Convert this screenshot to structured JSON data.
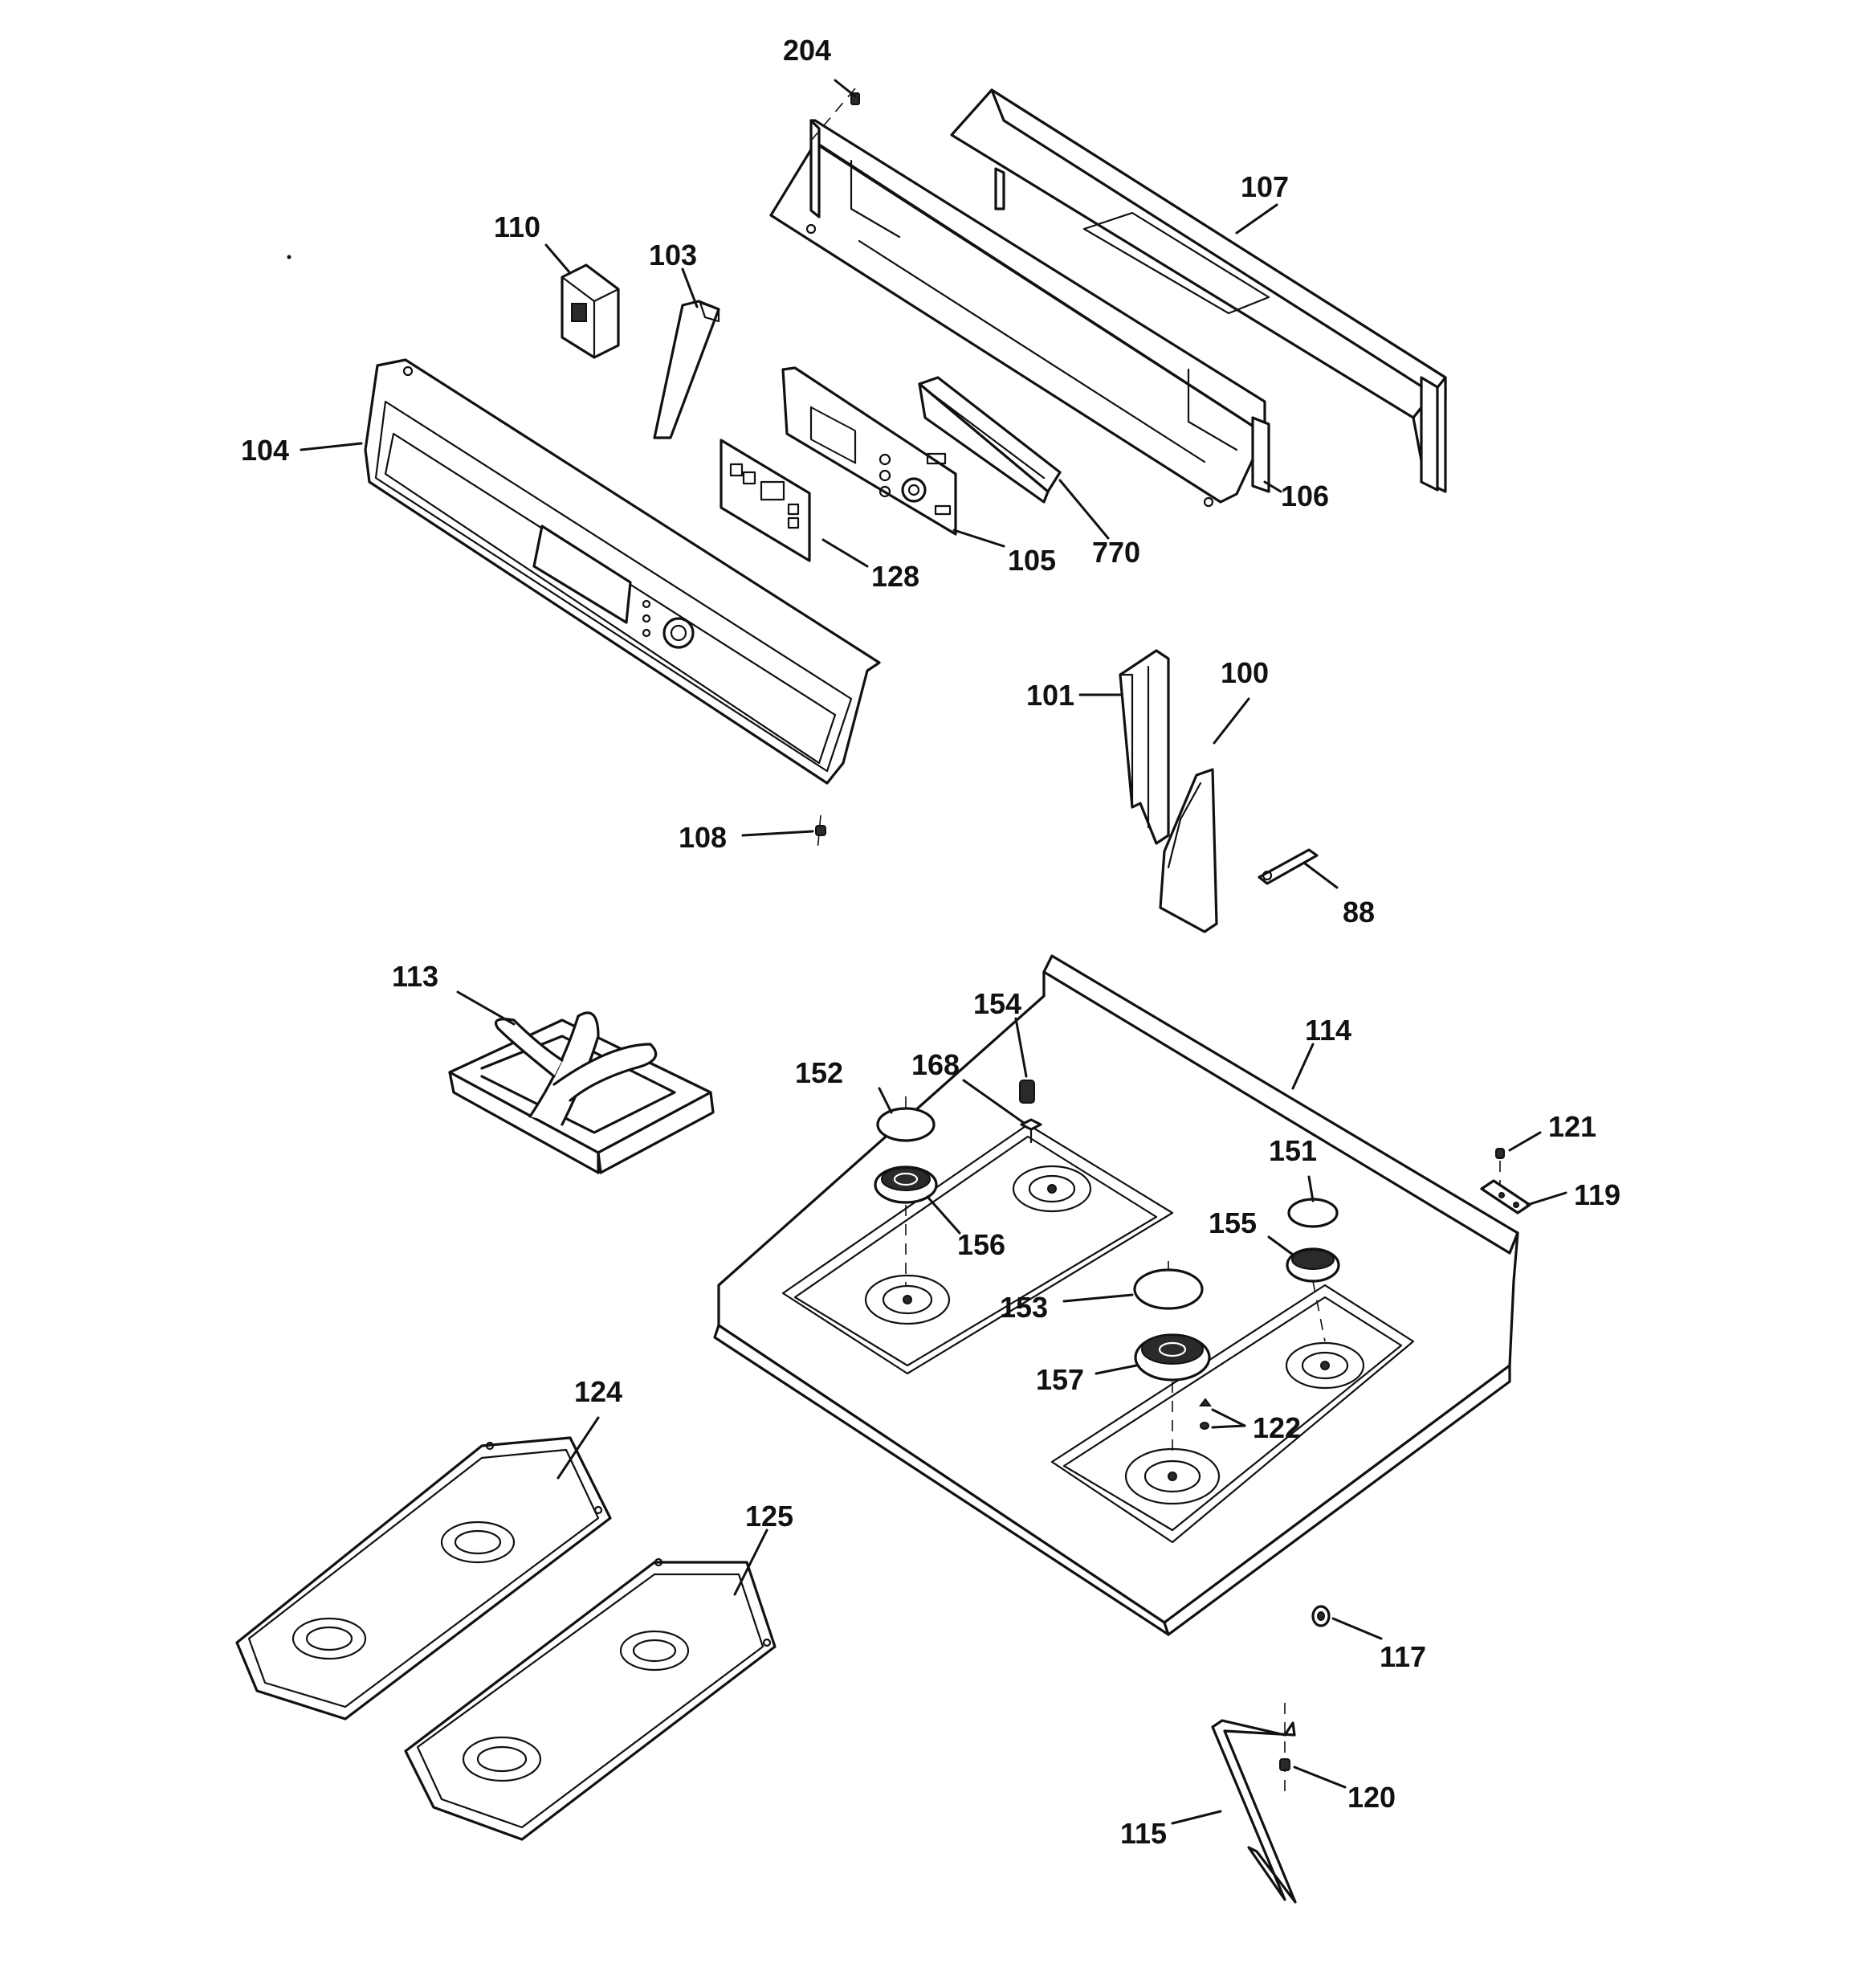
{
  "callouts": [
    {
      "id": "c204",
      "text": "204"
    },
    {
      "id": "c107",
      "text": "107"
    },
    {
      "id": "c110",
      "text": "110"
    },
    {
      "id": "c103",
      "text": "103"
    },
    {
      "id": "c104",
      "text": "104"
    },
    {
      "id": "c106",
      "text": "106"
    },
    {
      "id": "c128",
      "text": "128"
    },
    {
      "id": "c105",
      "text": "105"
    },
    {
      "id": "c770",
      "text": "770"
    },
    {
      "id": "c101",
      "text": "101"
    },
    {
      "id": "c100",
      "text": "100"
    },
    {
      "id": "c108",
      "text": "108"
    },
    {
      "id": "c88",
      "text": "88"
    },
    {
      "id": "c113",
      "text": "113"
    },
    {
      "id": "c154",
      "text": "154"
    },
    {
      "id": "c114",
      "text": "114"
    },
    {
      "id": "c152",
      "text": "152"
    },
    {
      "id": "c168",
      "text": "168"
    },
    {
      "id": "c121",
      "text": "121"
    },
    {
      "id": "c151",
      "text": "151"
    },
    {
      "id": "c119",
      "text": "119"
    },
    {
      "id": "c155",
      "text": "155"
    },
    {
      "id": "c156",
      "text": "156"
    },
    {
      "id": "c153",
      "text": "153"
    },
    {
      "id": "c157",
      "text": "157"
    },
    {
      "id": "c122",
      "text": "122"
    },
    {
      "id": "c124",
      "text": "124"
    },
    {
      "id": "c125",
      "text": "125"
    },
    {
      "id": "c117",
      "text": "117"
    },
    {
      "id": "c120",
      "text": "120"
    },
    {
      "id": "c115",
      "text": "115"
    }
  ]
}
